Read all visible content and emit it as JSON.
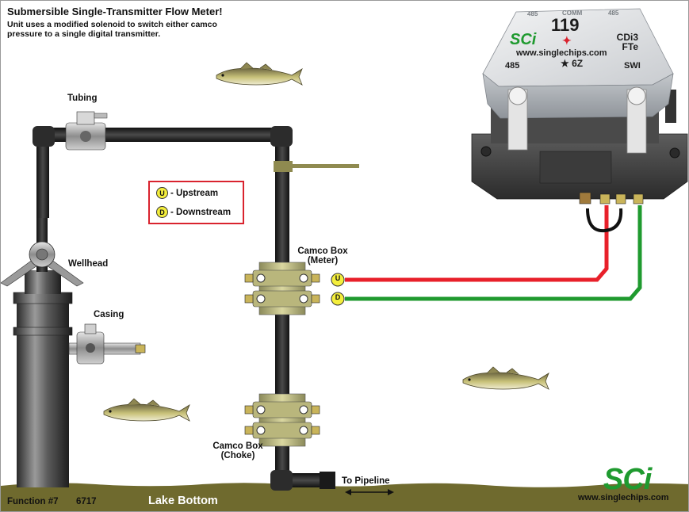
{
  "header": {
    "title": "Submersible Single-Transmitter Flow Meter!",
    "subtitle": "Unit uses a modified solenoid to switch either camco pressure to a single digital transmitter."
  },
  "labels": {
    "tubing": "Tubing",
    "wellhead": "Wellhead",
    "casing": "Casing",
    "camco_meter_line1": "Camco Box",
    "camco_meter_line2": "(Meter)",
    "camco_choke_line1": "Camco Box",
    "camco_choke_line2": "(Choke)",
    "to_pipeline": "To Pipeline",
    "lake_bottom": "Lake Bottom"
  },
  "legend": {
    "items": [
      {
        "letter": "U",
        "text": "- Upstream"
      },
      {
        "letter": "D",
        "text": "- Downstream"
      }
    ]
  },
  "markers": {
    "upstream": "U",
    "downstream": "D"
  },
  "transmitter": {
    "top_left": "485",
    "top_mid": "COMM",
    "top_right": "485",
    "number": "119",
    "brand": "SCi",
    "model_line1": "CDi3",
    "model_line2": "FTe",
    "url": "www.singlechips.com",
    "left_port": "485",
    "star_code": "★ 6Z",
    "right_port": "SWI"
  },
  "footer": {
    "function_label": "Function #7",
    "function_code": "6717",
    "logo": "SCi",
    "url": "www.singlechips.com"
  },
  "colors": {
    "upstream_wire": "#e8202a",
    "downstream_wire": "#1f9a2f",
    "legend_border": "#d9232e",
    "lake_bottom": "#6f6a2e",
    "badge": "#f4ee3c"
  }
}
